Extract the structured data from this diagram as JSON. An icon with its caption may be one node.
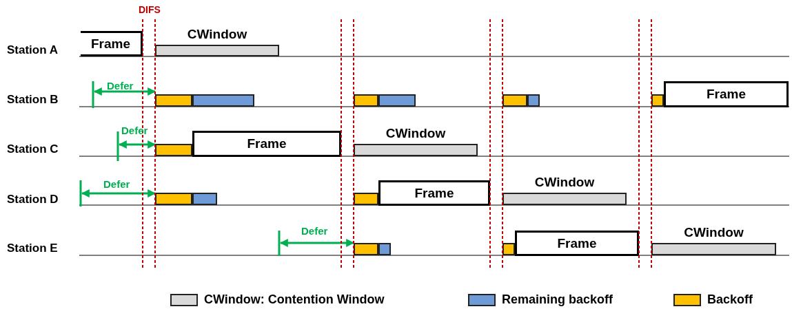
{
  "diagram": {
    "nodes": [
      {
        "text": [
          "Frame"
        ]
      },
      {
        "text": [
          "CWindow"
        ]
      },
      {
        "text": [],
        "shape": "bar"
      },
      {
        "text": [],
        "shape": "bar"
      },
      {
        "text": [],
        "shape": "bar"
      },
      {
        "text": [],
        "shape": "bar"
      },
      {
        "text": [],
        "shape": "bar"
      },
      {
        "text": [],
        "shape": "bar"
      },
      {
        "text": [],
        "shape": "bar"
      },
      {
        "text": [
          "Frame"
        ]
      },
      {
        "text": [],
        "shape": "bar"
      },
      {
        "text": [
          "Frame"
        ]
      },
      {
        "text": [
          "CWindow"
        ]
      },
      {
        "text": [],
        "shape": "bar"
      },
      {
        "text": [],
        "shape": "bar"
      },
      {
        "text": [],
        "shape": "bar"
      },
      {
        "text": [
          "Frame"
        ]
      },
      {
        "text": [
          "CWindow"
        ]
      },
      {
        "text": [],
        "shape": "bar"
      },
      {
        "text": [],
        "shape": "bar"
      },
      {
        "text": [],
        "shape": "bar"
      },
      {
        "text": [
          "Frame"
        ]
      },
      {
        "text": [
          "CWindow"
        ]
      }
    ],
    "edges": [],
    "labels": [
      "DIFS",
      "Station A",
      "Defer",
      "Station B",
      "Defer",
      "Station C",
      "Defer",
      "Station D",
      "Defer",
      "Station E"
    ],
    "legend": [
      {
        "text": "CWindow: Contention Window",
        "color": "#d9d9d9"
      },
      {
        "text": "Remaining backoff",
        "color": "#6f9ad8"
      },
      {
        "text": "Backoff",
        "color": "#ffc000"
      }
    ]
  }
}
